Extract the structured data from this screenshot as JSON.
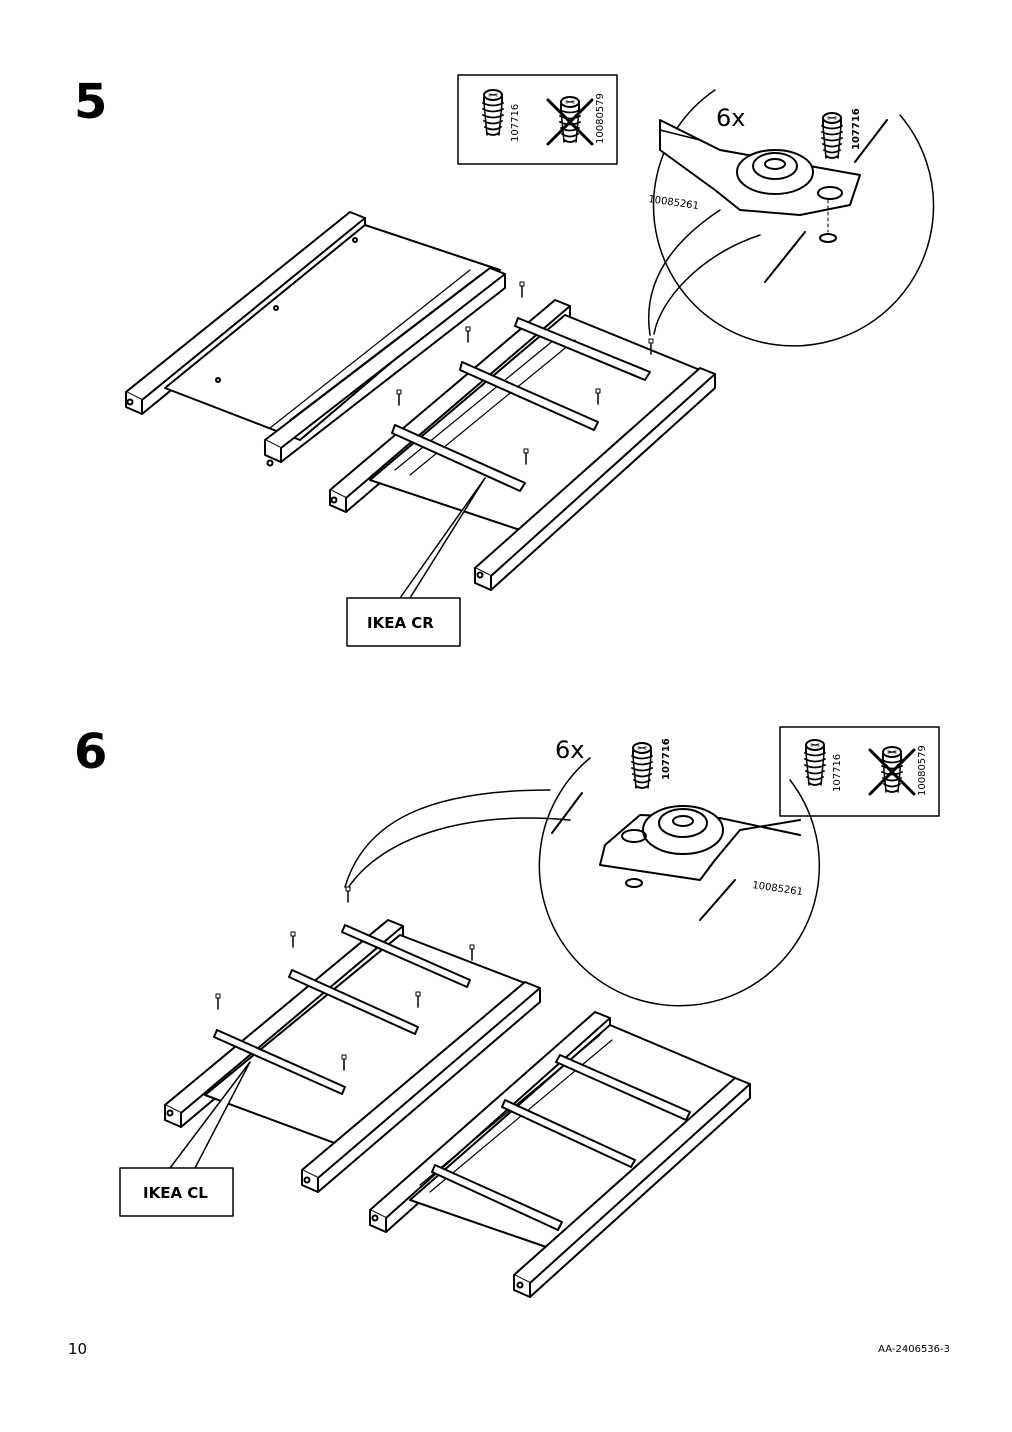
{
  "steps": [
    {
      "number": "5",
      "quantity": "6x",
      "screw_ok_code": "107716",
      "screw_wrong_code": "10080579",
      "part_code": "10085261",
      "frame_label": "IKEA CR"
    },
    {
      "number": "6",
      "quantity": "6x",
      "screw_ok_code": "107716",
      "screw_wrong_code": "10080579",
      "part_code": "10085261",
      "frame_label": "IKEA CL"
    }
  ],
  "footer": {
    "page_number": "10",
    "document_code": "AA-2406536-3"
  }
}
